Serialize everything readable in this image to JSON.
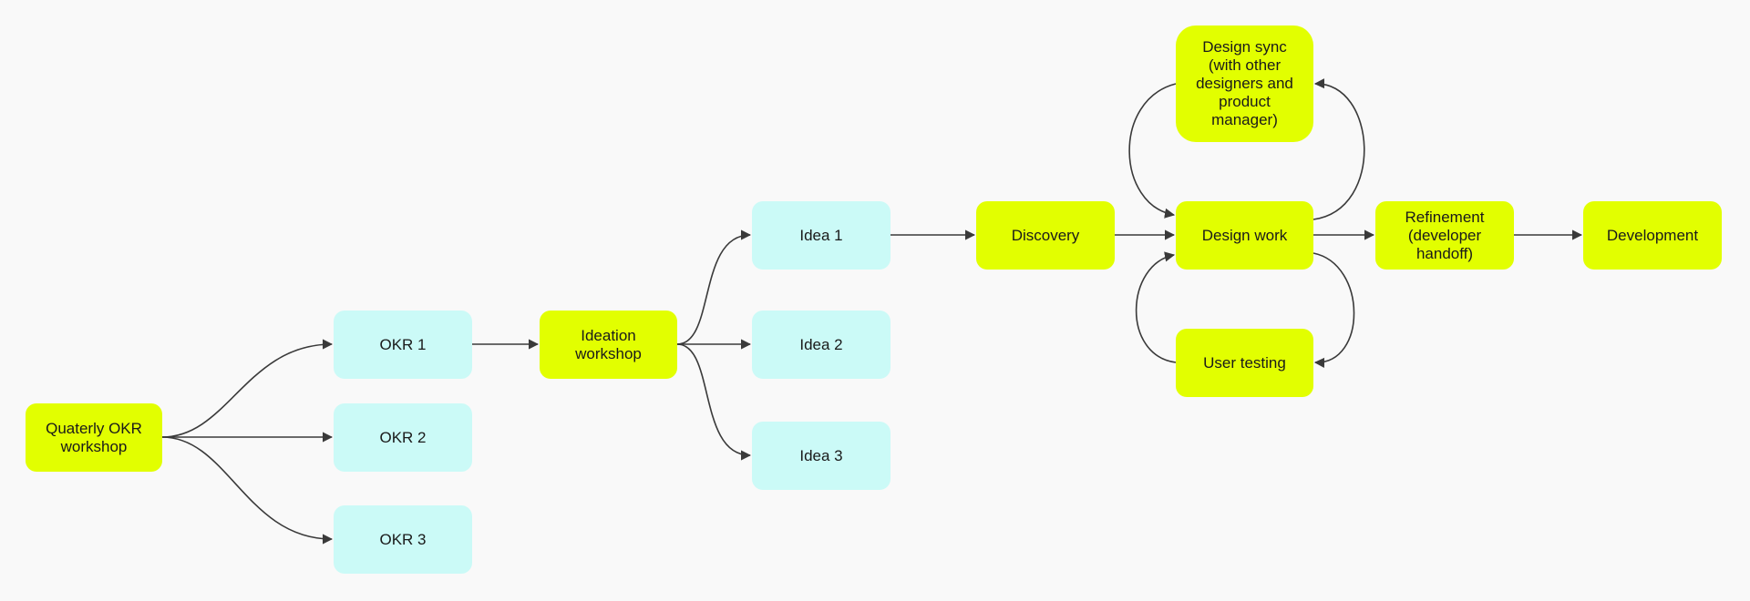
{
  "diagram": {
    "colors": {
      "background": "#f9f9f9",
      "process_node": "#e2ff00",
      "item_node": "#cbfaf7",
      "edge": "#3a3a3a",
      "text": "#1a1a1a"
    },
    "nodes": {
      "okr_workshop": {
        "label": "Quaterly OKR\nworkshop",
        "kind": "process"
      },
      "okr1": {
        "label": "OKR 1",
        "kind": "item"
      },
      "okr2": {
        "label": "OKR 2",
        "kind": "item"
      },
      "okr3": {
        "label": "OKR 3",
        "kind": "item"
      },
      "ideation": {
        "label": "Ideation\nworkshop",
        "kind": "process"
      },
      "idea1": {
        "label": "Idea 1",
        "kind": "item"
      },
      "idea2": {
        "label": "Idea 2",
        "kind": "item"
      },
      "idea3": {
        "label": "Idea 3",
        "kind": "item"
      },
      "discovery": {
        "label": "Discovery",
        "kind": "process"
      },
      "design_sync": {
        "label": "Design sync\n(with other\ndesigners and\nproduct\nmanager)",
        "kind": "process"
      },
      "design_work": {
        "label": "Design work",
        "kind": "process"
      },
      "user_testing": {
        "label": "User testing",
        "kind": "process"
      },
      "refinement": {
        "label": "Refinement\n(developer\nhandoff)",
        "kind": "process"
      },
      "development": {
        "label": "Development",
        "kind": "process"
      }
    },
    "edges": [
      {
        "from": "okr_workshop",
        "to": "okr1"
      },
      {
        "from": "okr_workshop",
        "to": "okr2"
      },
      {
        "from": "okr_workshop",
        "to": "okr3"
      },
      {
        "from": "okr1",
        "to": "ideation"
      },
      {
        "from": "ideation",
        "to": "idea1"
      },
      {
        "from": "ideation",
        "to": "idea2"
      },
      {
        "from": "ideation",
        "to": "idea3"
      },
      {
        "from": "idea1",
        "to": "discovery"
      },
      {
        "from": "discovery",
        "to": "design_work"
      },
      {
        "from": "design_work",
        "to": "design_sync"
      },
      {
        "from": "design_sync",
        "to": "design_work"
      },
      {
        "from": "design_work",
        "to": "user_testing"
      },
      {
        "from": "user_testing",
        "to": "design_work"
      },
      {
        "from": "design_work",
        "to": "refinement"
      },
      {
        "from": "refinement",
        "to": "development"
      }
    ]
  }
}
